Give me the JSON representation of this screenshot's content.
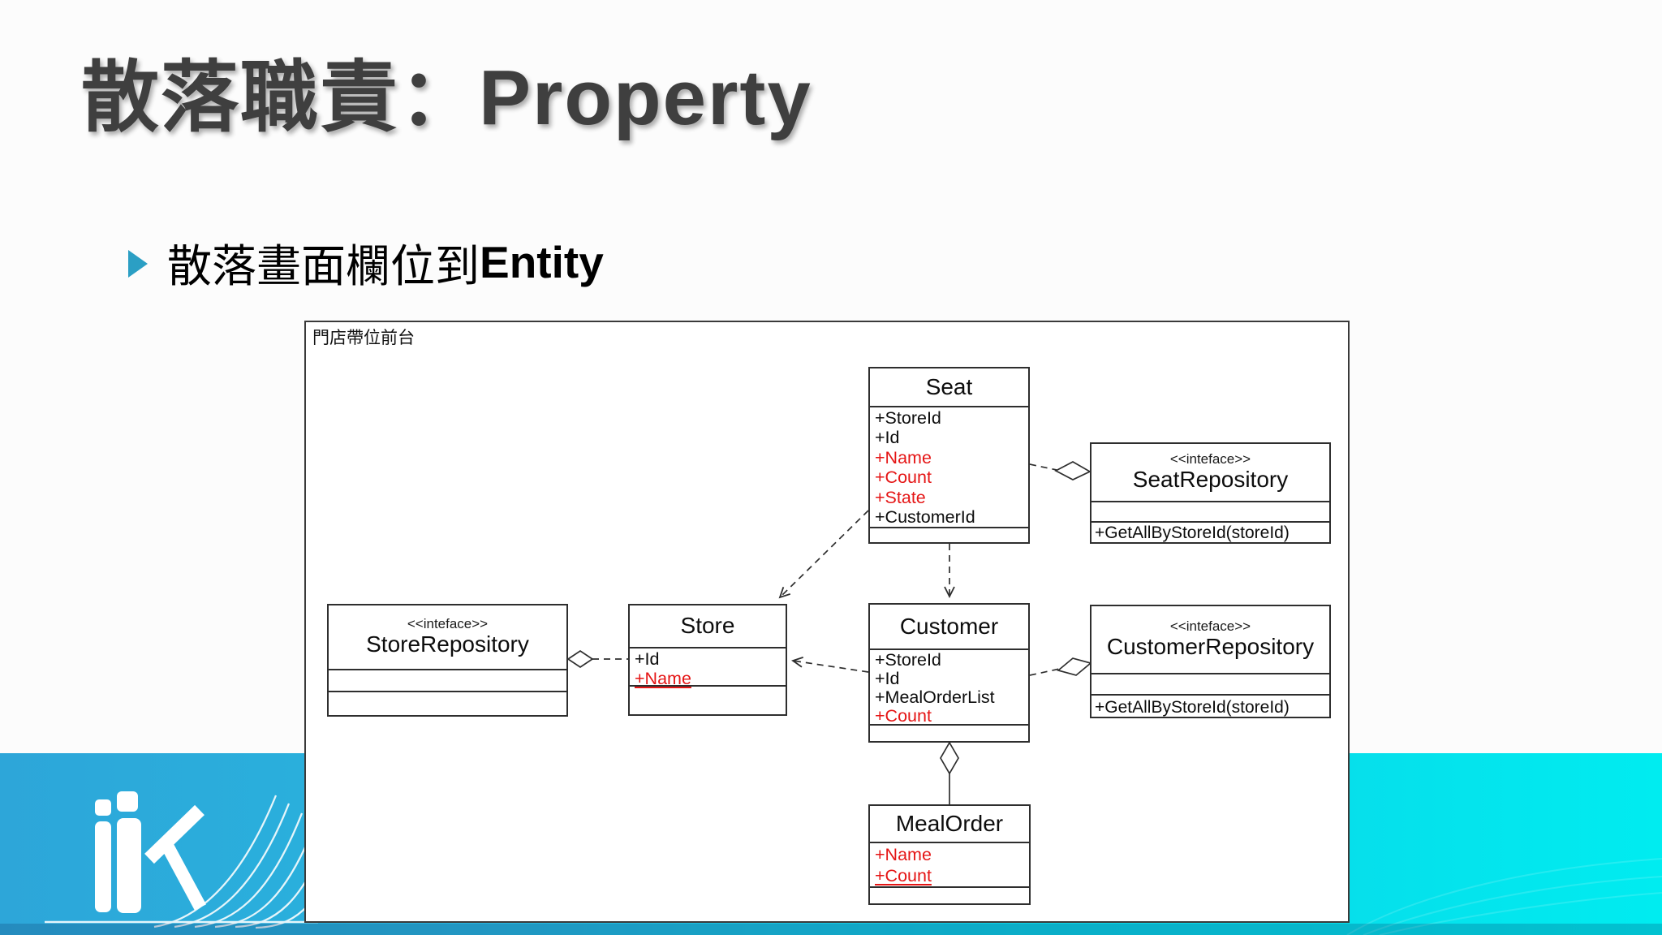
{
  "slide": {
    "title": "散落職責：Property",
    "bullet_zh": "散落畫面欄位到",
    "bullet_en": "Entity"
  },
  "colors": {
    "title_gray": "#3f3f3f",
    "bullet_teal": "#2b9fc4",
    "highlight_red": "#e51515",
    "band_left_blue": "#2da6d9",
    "band_right_cyan": "#00ecf0",
    "logo_white": "#ffffff"
  },
  "diagram": {
    "frame_label": "門店帶位前台",
    "classes": {
      "seat": {
        "name": "Seat",
        "attributes": [
          {
            "text": "+StoreId"
          },
          {
            "text": "+Id"
          },
          {
            "text": "+Name",
            "red": true
          },
          {
            "text": "+Count",
            "red": true
          },
          {
            "text": "+State",
            "red": true
          },
          {
            "text": "+CustomerId"
          }
        ]
      },
      "seat_repository": {
        "stereotype": "<<inteface>>",
        "name": "SeatRepository",
        "methods": [
          {
            "text": "+GetAllByStoreId(storeId)"
          }
        ]
      },
      "store_repository": {
        "stereotype": "<<inteface>>",
        "name": "StoreRepository"
      },
      "store": {
        "name": "Store",
        "attributes": [
          {
            "text": "+Id"
          },
          {
            "text": "+Name",
            "red": true,
            "underline": true
          }
        ]
      },
      "customer": {
        "name": "Customer",
        "attributes": [
          {
            "text": "+StoreId"
          },
          {
            "text": "+Id"
          },
          {
            "text": "+MealOrderList"
          },
          {
            "text": "+Count",
            "red": true
          }
        ]
      },
      "customer_repository": {
        "stereotype": "<<inteface>>",
        "name": "CustomerRepository",
        "methods": [
          {
            "text": "+GetAllByStoreId(storeId)"
          }
        ]
      },
      "meal_order": {
        "name": "MealOrder",
        "attributes": [
          {
            "text": "+Name",
            "red": true
          },
          {
            "text": "+Count",
            "red": true,
            "underline": true
          }
        ]
      }
    },
    "relations": [
      {
        "from": "Seat",
        "to": "SeatRepository",
        "type": "dashed-aggregation"
      },
      {
        "from": "Seat",
        "to": "Store",
        "type": "dashed-dependency-arrow"
      },
      {
        "from": "Seat",
        "to": "Customer",
        "type": "dashed-dependency-arrow"
      },
      {
        "from": "Customer",
        "to": "Store",
        "type": "dashed-dependency-arrow"
      },
      {
        "from": "Customer",
        "to": "CustomerRepository",
        "type": "dashed-aggregation"
      },
      {
        "from": "StoreRepository",
        "to": "Store",
        "type": "dashed-aggregation"
      },
      {
        "from": "Customer",
        "to": "MealOrder",
        "type": "solid-aggregation"
      }
    ]
  }
}
